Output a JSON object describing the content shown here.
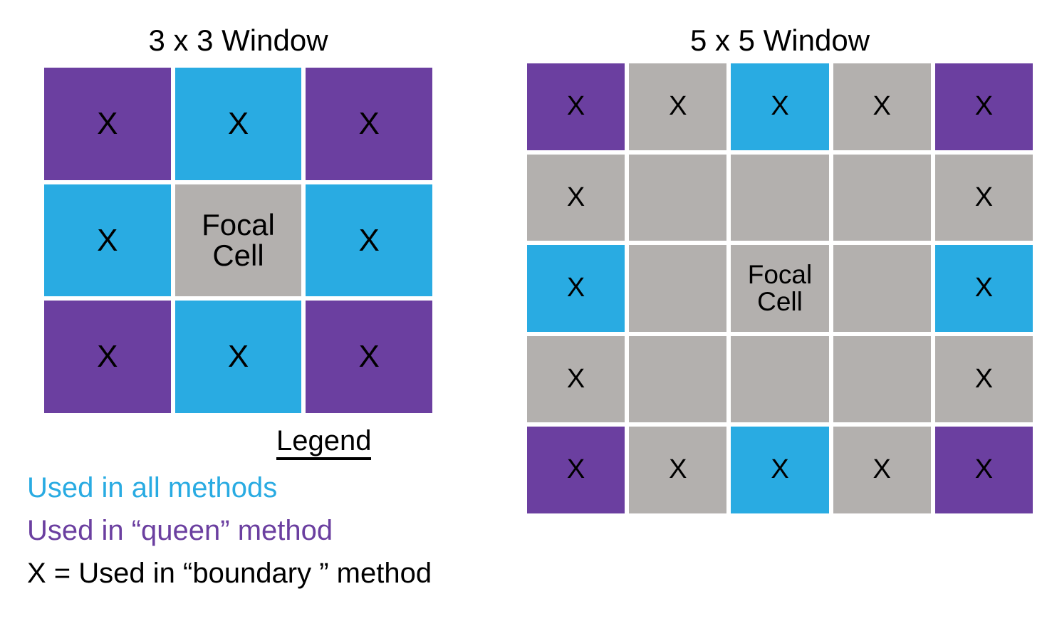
{
  "colors": {
    "all_methods": "#29ABE2",
    "queen_method": "#6B3FA0",
    "neutral": "#B3B0AE",
    "mark": "#000000",
    "background": "#FFFFFF"
  },
  "panels": [
    {
      "id": "3x3",
      "title": "3 x 3 Window",
      "rows": 3,
      "cols": 3,
      "cells": [
        {
          "fill": "queen_method",
          "text": "X",
          "kind": "mark"
        },
        {
          "fill": "all_methods",
          "text": "X",
          "kind": "mark"
        },
        {
          "fill": "queen_method",
          "text": "X",
          "kind": "mark"
        },
        {
          "fill": "all_methods",
          "text": "X",
          "kind": "mark"
        },
        {
          "fill": "neutral",
          "text": "Focal\nCell",
          "kind": "focal"
        },
        {
          "fill": "all_methods",
          "text": "X",
          "kind": "mark"
        },
        {
          "fill": "queen_method",
          "text": "X",
          "kind": "mark"
        },
        {
          "fill": "all_methods",
          "text": "X",
          "kind": "mark"
        },
        {
          "fill": "queen_method",
          "text": "X",
          "kind": "mark"
        }
      ]
    },
    {
      "id": "5x5",
      "title": "5 x 5 Window",
      "rows": 5,
      "cols": 5,
      "cells": [
        {
          "fill": "queen_method",
          "text": "X",
          "kind": "mark"
        },
        {
          "fill": "neutral",
          "text": "X",
          "kind": "mark"
        },
        {
          "fill": "all_methods",
          "text": "X",
          "kind": "mark"
        },
        {
          "fill": "neutral",
          "text": "X",
          "kind": "mark"
        },
        {
          "fill": "queen_method",
          "text": "X",
          "kind": "mark"
        },
        {
          "fill": "neutral",
          "text": "X",
          "kind": "mark"
        },
        {
          "fill": "neutral",
          "text": "",
          "kind": "empty"
        },
        {
          "fill": "neutral",
          "text": "",
          "kind": "empty"
        },
        {
          "fill": "neutral",
          "text": "",
          "kind": "empty"
        },
        {
          "fill": "neutral",
          "text": "X",
          "kind": "mark"
        },
        {
          "fill": "all_methods",
          "text": "X",
          "kind": "mark"
        },
        {
          "fill": "neutral",
          "text": "",
          "kind": "empty"
        },
        {
          "fill": "neutral",
          "text": "Focal\nCell",
          "kind": "focal"
        },
        {
          "fill": "neutral",
          "text": "",
          "kind": "empty"
        },
        {
          "fill": "all_methods",
          "text": "X",
          "kind": "mark"
        },
        {
          "fill": "neutral",
          "text": "X",
          "kind": "mark"
        },
        {
          "fill": "neutral",
          "text": "",
          "kind": "empty"
        },
        {
          "fill": "neutral",
          "text": "",
          "kind": "empty"
        },
        {
          "fill": "neutral",
          "text": "",
          "kind": "empty"
        },
        {
          "fill": "neutral",
          "text": "X",
          "kind": "mark"
        },
        {
          "fill": "queen_method",
          "text": "X",
          "kind": "mark"
        },
        {
          "fill": "neutral",
          "text": "X",
          "kind": "mark"
        },
        {
          "fill": "all_methods",
          "text": "X",
          "kind": "mark"
        },
        {
          "fill": "neutral",
          "text": "X",
          "kind": "mark"
        },
        {
          "fill": "queen_method",
          "text": "X",
          "kind": "mark"
        }
      ]
    }
  ],
  "legend": {
    "heading": "Legend",
    "entries": [
      {
        "label": "Used in all methods",
        "color_key": "all_methods"
      },
      {
        "label": "Used in “queen” method",
        "color_key": "queen_method"
      },
      {
        "label": "X = Used in “boundary ” method",
        "color_key": "mark"
      }
    ]
  }
}
